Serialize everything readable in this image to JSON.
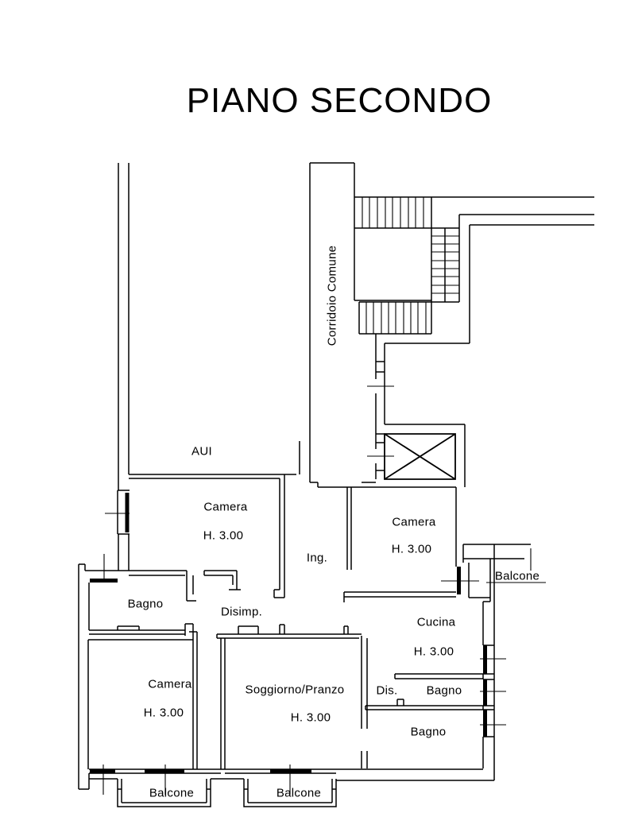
{
  "title": "PIANO SECONDO",
  "common_areas": {
    "corridor": "Corridoio Comune",
    "adjacent_unit": "AUI"
  },
  "labels": {
    "camera_top_left": {
      "name": "Camera",
      "height": "H. 3.00"
    },
    "camera_top_right": {
      "name": "Camera",
      "height": "H. 3.00"
    },
    "ingresso": "Ing.",
    "balcone_right": "Balcone",
    "bagno_top_left": "Bagno",
    "disimpegno": "Disimp.",
    "cucina": {
      "name": "Cucina",
      "height": "H. 3.00"
    },
    "camera_bottom_left": {
      "name": "Camera",
      "height": "H. 3.00"
    },
    "soggiorno": {
      "name": "Soggiorno/Pranzo",
      "height": "H. 3.00"
    },
    "dis": "Dis.",
    "bagno_middle": "Bagno",
    "bagno_bottom": "Bagno",
    "balcone_bottom_left": "Balcone",
    "balcone_bottom_center": "Balcone"
  },
  "line_color": "#000000",
  "background_color": "#ffffff"
}
